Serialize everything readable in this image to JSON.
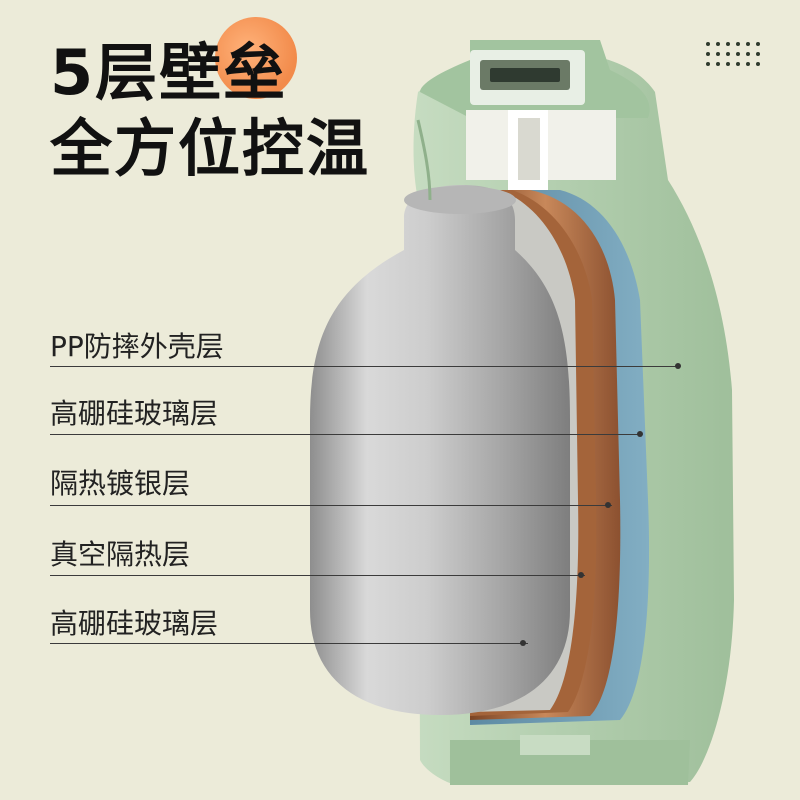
{
  "headline": {
    "line1": "5层壁垒",
    "line2": "全方位控温"
  },
  "layers": [
    {
      "label": "PP防摔外壳层"
    },
    {
      "label": "高硼硅玻璃层"
    },
    {
      "label": "隔热镀银层"
    },
    {
      "label": "真空隔热层"
    },
    {
      "label": "高硼硅玻璃层"
    }
  ],
  "colors": {
    "background": "#ecebd9",
    "accent_dot": "#f28b4b",
    "shell_green": "#a9c9a6",
    "glass_blue": "#6f9cb4",
    "copper": "#b06a3b",
    "steel": "#b9b9b9"
  }
}
